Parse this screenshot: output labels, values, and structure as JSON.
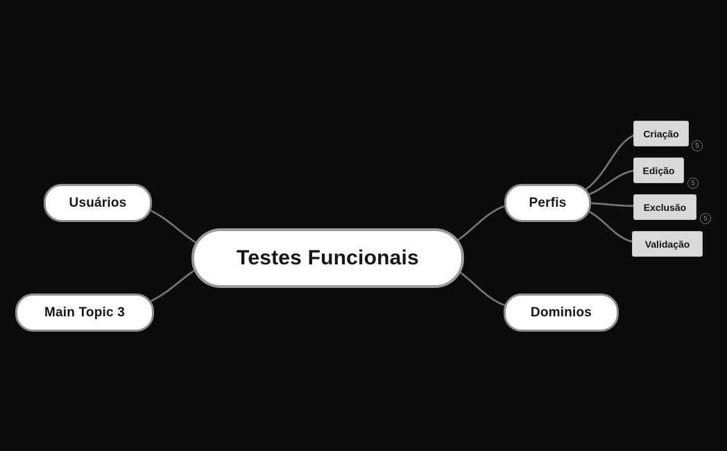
{
  "mindmap": {
    "root": {
      "label": "Testes Funcionais"
    },
    "topics": [
      {
        "label": "Usuários"
      },
      {
        "label": "Main Topic 3"
      },
      {
        "label": "Perfis"
      },
      {
        "label": "Dominios"
      }
    ],
    "perfis_children": [
      {
        "label": "Criação",
        "collapsed_count": "5"
      },
      {
        "label": "Edição",
        "collapsed_count": "5"
      },
      {
        "label": "Exclusão",
        "collapsed_count": "5"
      },
      {
        "label": "Validação"
      }
    ],
    "colors": {
      "background": "#0c0c0c",
      "node_fill": "#ffffff",
      "node_border": "#8f8f8f",
      "root_border": "#9a9a9a",
      "subtopic_fill": "#d9d9d9",
      "connector_line": "#787878",
      "text": "#161616",
      "badge_ring": "#6f6f6f"
    }
  }
}
